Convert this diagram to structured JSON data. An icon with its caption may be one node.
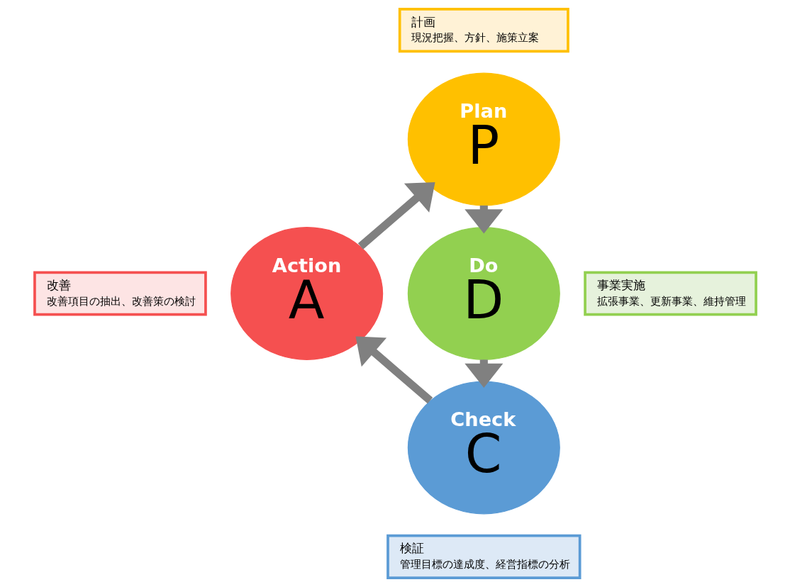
{
  "diagram": {
    "nodes": [
      {
        "text": [
          "計画",
          "現況把握、方針、施策立案"
        ]
      },
      {
        "text": [
          "Plan",
          "P"
        ]
      },
      {
        "text": [
          "Action",
          "A"
        ]
      },
      {
        "text": [
          "Do",
          "D"
        ]
      },
      {
        "text": [
          "改善",
          "改善項目の抽出、改善策の検討"
        ]
      },
      {
        "text": [
          "事業実施",
          "拡張事業、更新事業、維持管理"
        ]
      },
      {
        "text": [
          "Check",
          "C"
        ]
      },
      {
        "text": [
          "検証",
          "管理目標の達成度、経営指標の分析"
        ]
      }
    ],
    "edges": [
      {
        "from": 1,
        "to": 3,
        "arrow": "to"
      },
      {
        "from": 3,
        "to": 6,
        "arrow": "to"
      },
      {
        "from": 6,
        "to": 2,
        "arrow": "to"
      },
      {
        "from": 2,
        "to": 1,
        "arrow": "to"
      }
    ]
  }
}
